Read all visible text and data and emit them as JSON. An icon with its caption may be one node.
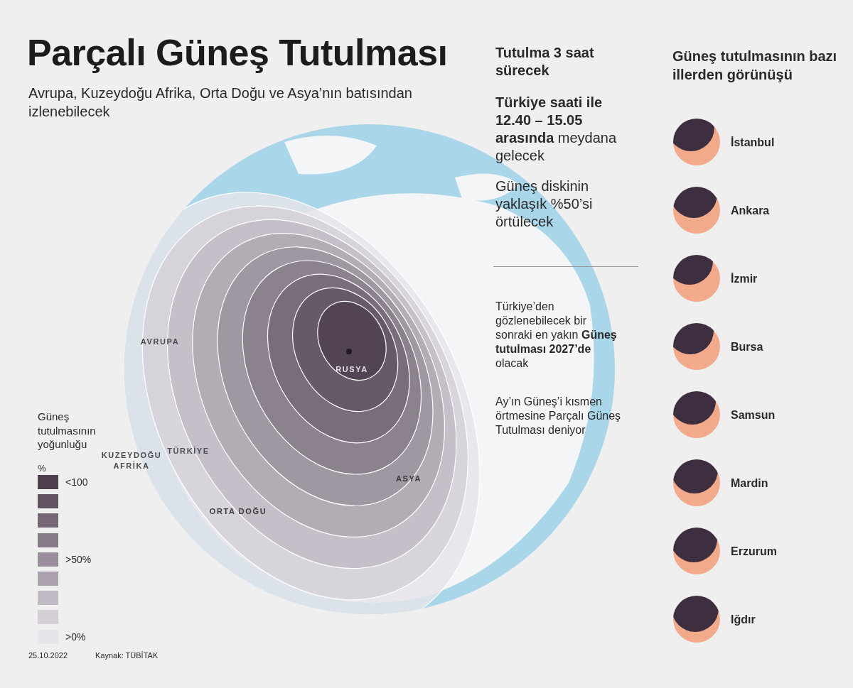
{
  "diagram": {
    "title": "Parçalı Güneş Tutulması",
    "labels": [
      "Avrupa, Kuzeydoğu Afrika, Orta Doğu ve Asya’nın batısından izlenebilecek",
      "Tutulma 3 saat sürecek",
      "**Türkiye saati ile 12.40 – 15.05 arasında** meydana gelecek",
      "Güneş diskinin yaklaşık %50’si örtülecek",
      "Türkiye’den gözlenebilecek bir sonraki en yakın **Güneş tutulması 2027’de** olacak",
      "Ay’ın Güneş’i kısmen örtmesine Parçalı Güneş Tutulması deniyor",
      "Güneş tutulmasının bazı illerden görünüşü",
      "İstanbul",
      "Ankara",
      "İzmir",
      "Bursa",
      "Samsun",
      "Mardin",
      "Erzurum",
      "Iğdır",
      "AVRUPA",
      "KUZEYDOĞU AFRİKA",
      "TÜRKİYE",
      "RUSYA",
      "ORTA DOĞU",
      "ASYA",
      "Güneş tutulmasının yoğunluğu",
      "%",
      "25.10.2022",
      "Kaynak: TÜBİTAK"
    ],
    "legend": [
      {
        "text": "<100",
        "color": "#4f4050"
      },
      {
        "text": ">50%",
        "color": "#9a8d9c"
      },
      {
        "text": ">0%",
        "color": "#e7e4ea"
      }
    ]
  }
}
